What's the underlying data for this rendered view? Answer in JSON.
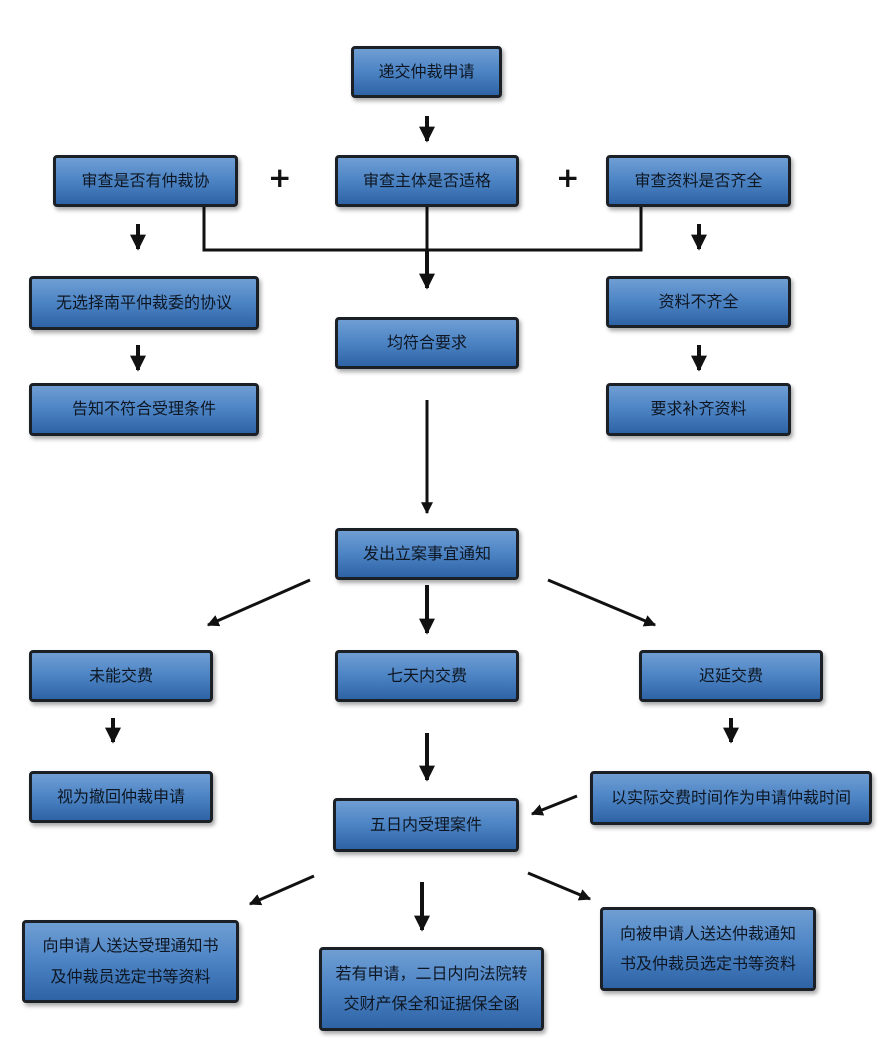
{
  "nodes": {
    "submit": "递交仲裁申请",
    "check_agreement": "审查是否有仲裁协",
    "check_subject": "审查主体是否适格",
    "check_materials": "审查资料是否齐全",
    "no_agreement": "无选择南平仲裁委的协议",
    "meets_requirements": "均符合要求",
    "materials_incomplete": "资料不齐全",
    "notify_not_accepted": "告知不符合受理条件",
    "require_materials": "要求补齐资料",
    "filing_notice": "发出立案事宜通知",
    "fee_unpaid": "未能交费",
    "fee_seven_days": "七天内交费",
    "fee_late": "迟延交费",
    "deemed_withdrawn": "视为撤回仲裁申请",
    "accept_five_days": "五日内受理案件",
    "actual_payment_time": "以实际交费时间作为申请仲裁时间",
    "send_applicant": [
      "向申请人送达受理通知书",
      "及仲裁员选定书等资料"
    ],
    "preservation": [
      "若有申请，二日内向法院转",
      "交财产保全和证据保全函"
    ],
    "send_respondent": [
      "向被申请人送达仲裁通知",
      "书及仲裁员选定书等资料"
    ]
  },
  "plus_sign": "+",
  "colors": {
    "box_top": "#6f9ed3",
    "box_bottom": "#2e64a6",
    "border": "#1b1f26",
    "arrow": "#111111"
  }
}
